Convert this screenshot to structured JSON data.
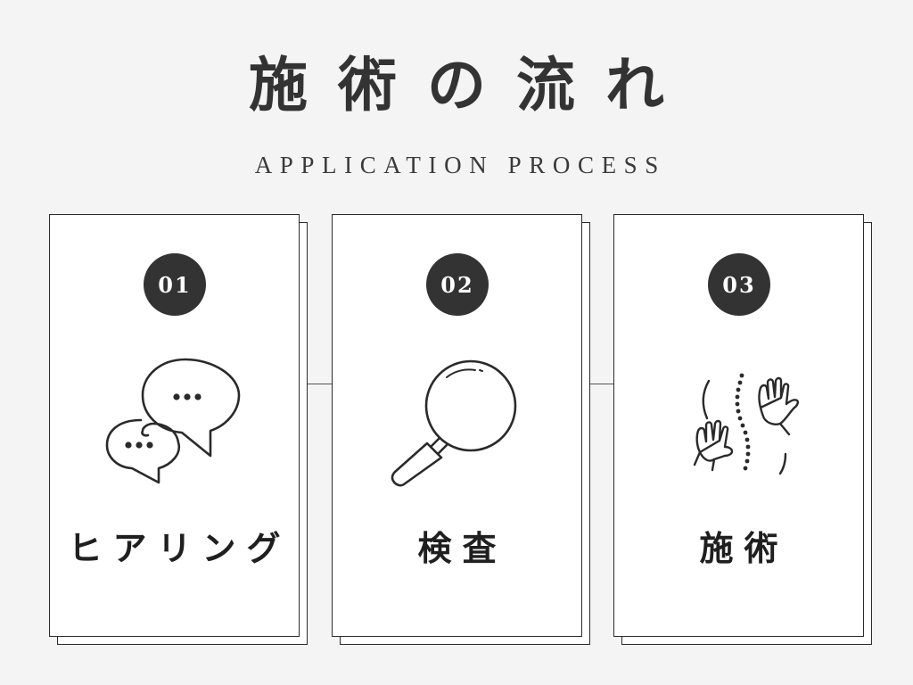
{
  "header": {
    "title": "施術の流れ",
    "subtitle": "APPLICATION PROCESS"
  },
  "steps": [
    {
      "number": "01",
      "label": "ヒアリング",
      "icon": "speech-bubbles-icon"
    },
    {
      "number": "02",
      "label": "検査",
      "icon": "magnifying-glass-icon"
    },
    {
      "number": "03",
      "label": "施術",
      "icon": "hands-spine-icon"
    }
  ],
  "colors": {
    "background": "#f4f4f4",
    "card": "#ffffff",
    "badge": "#333333",
    "text": "#2f2f2f"
  }
}
